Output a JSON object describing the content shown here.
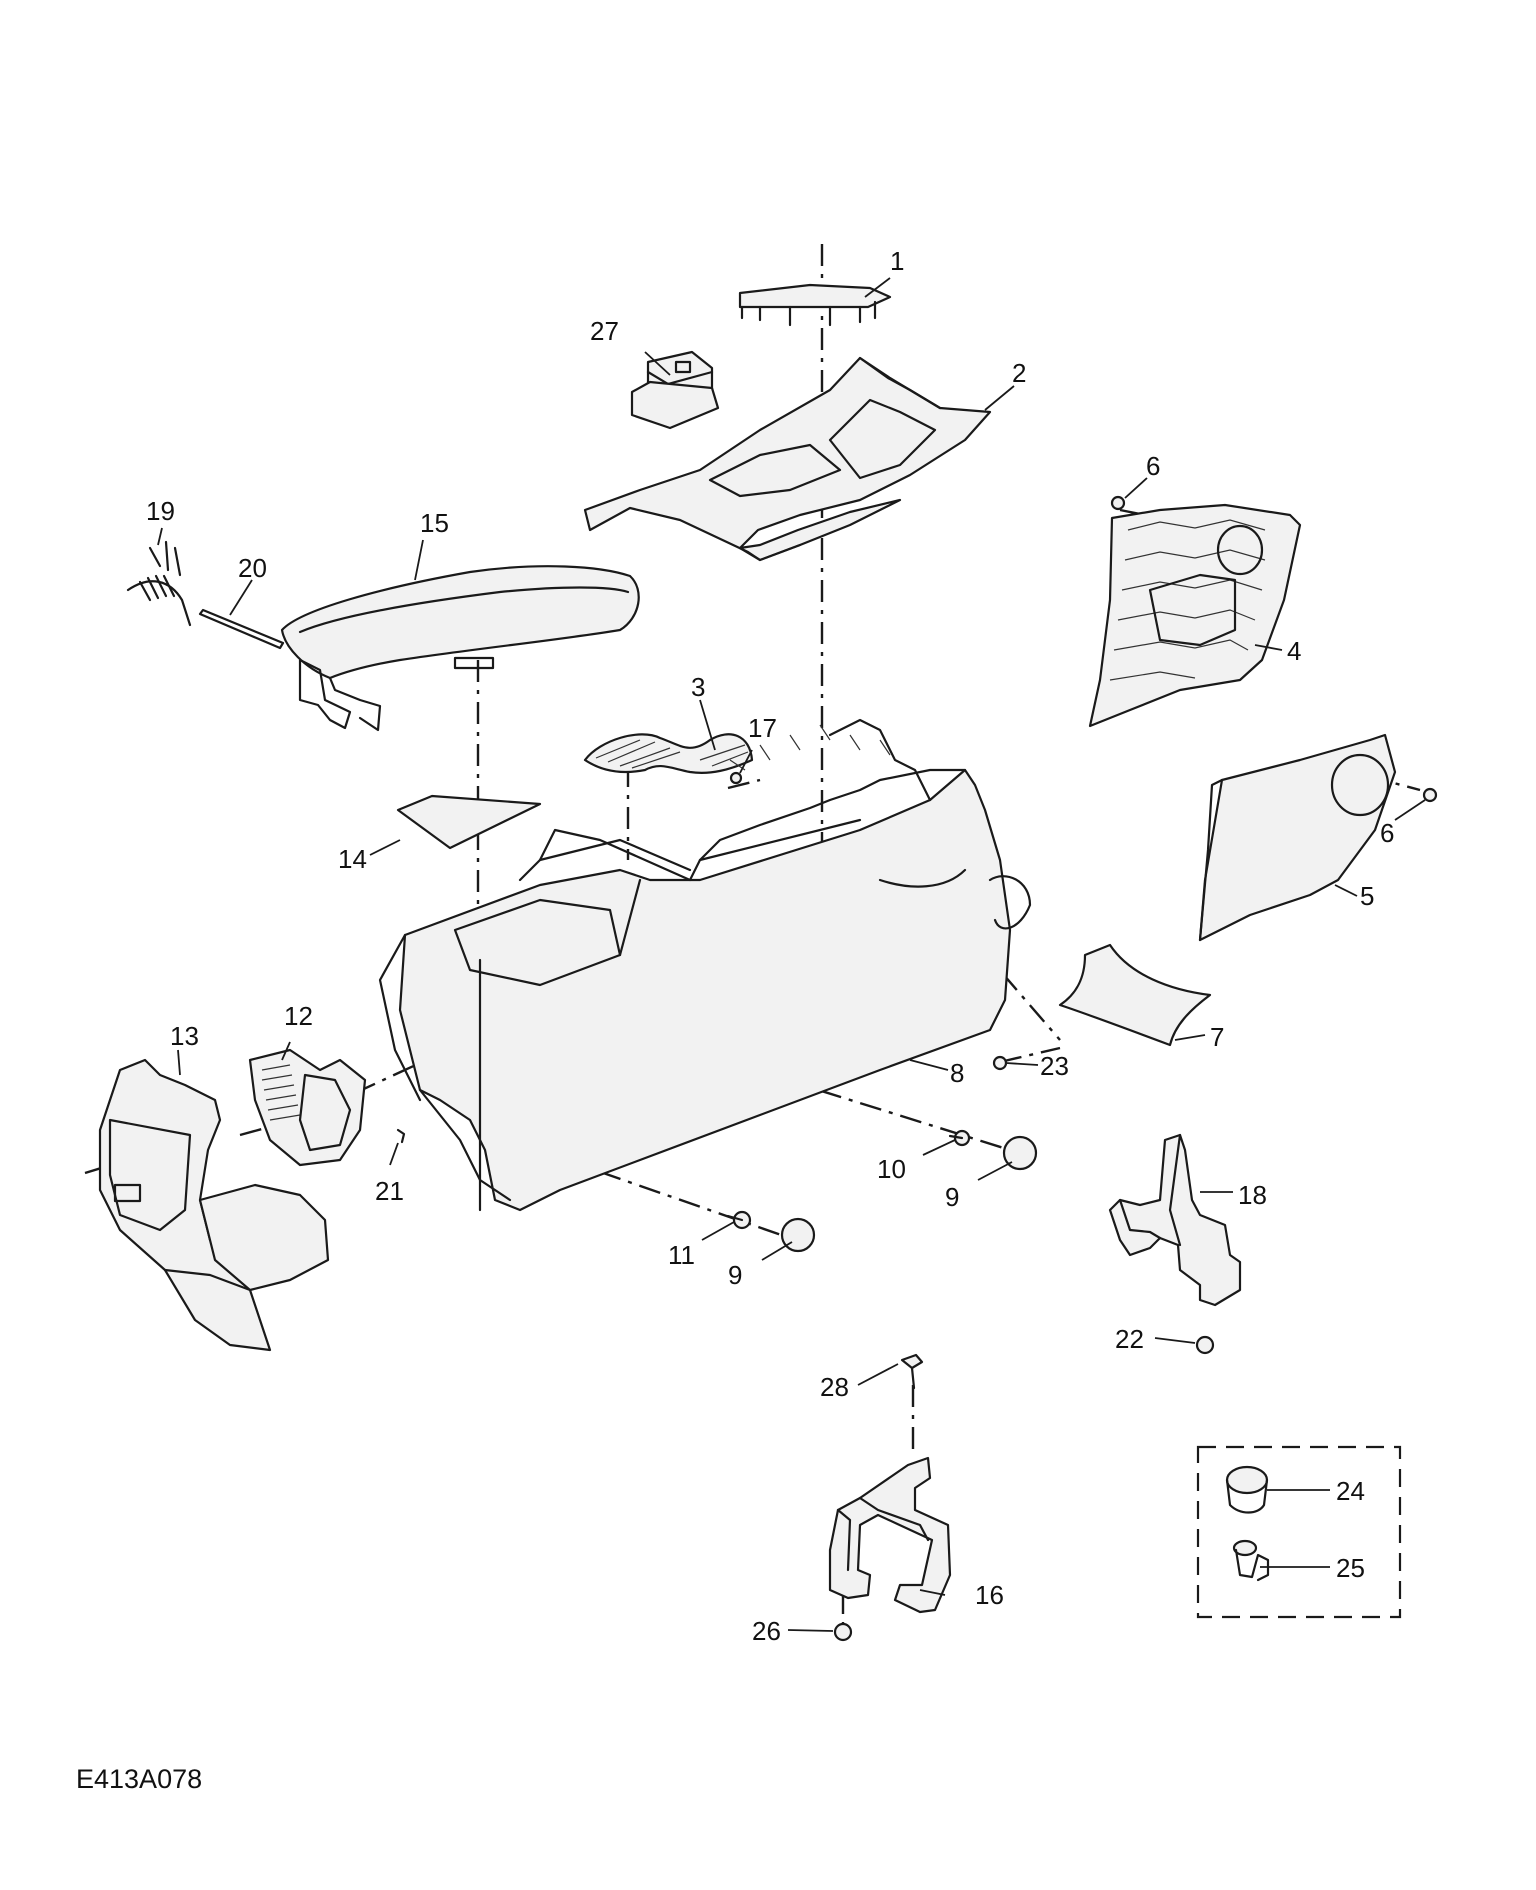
{
  "diagram": {
    "reference_code": "E413A078",
    "callouts": [
      {
        "id": "c1",
        "label": "1"
      },
      {
        "id": "c2",
        "label": "2"
      },
      {
        "id": "c3",
        "label": "3"
      },
      {
        "id": "c4",
        "label": "4"
      },
      {
        "id": "c5",
        "label": "5"
      },
      {
        "id": "c6a",
        "label": "6"
      },
      {
        "id": "c6b",
        "label": "6"
      },
      {
        "id": "c7",
        "label": "7"
      },
      {
        "id": "c8",
        "label": "8"
      },
      {
        "id": "c9a",
        "label": "9"
      },
      {
        "id": "c9b",
        "label": "9"
      },
      {
        "id": "c10",
        "label": "10"
      },
      {
        "id": "c11",
        "label": "11"
      },
      {
        "id": "c12",
        "label": "12"
      },
      {
        "id": "c13",
        "label": "13"
      },
      {
        "id": "c14",
        "label": "14"
      },
      {
        "id": "c15",
        "label": "15"
      },
      {
        "id": "c16",
        "label": "16"
      },
      {
        "id": "c17",
        "label": "17"
      },
      {
        "id": "c18",
        "label": "18"
      },
      {
        "id": "c19",
        "label": "19"
      },
      {
        "id": "c20",
        "label": "20"
      },
      {
        "id": "c21",
        "label": "21"
      },
      {
        "id": "c22",
        "label": "22"
      },
      {
        "id": "c23",
        "label": "23"
      },
      {
        "id": "c24",
        "label": "24"
      },
      {
        "id": "c25",
        "label": "25"
      },
      {
        "id": "c26",
        "label": "26"
      },
      {
        "id": "c27",
        "label": "27"
      },
      {
        "id": "c28",
        "label": "28"
      }
    ]
  }
}
